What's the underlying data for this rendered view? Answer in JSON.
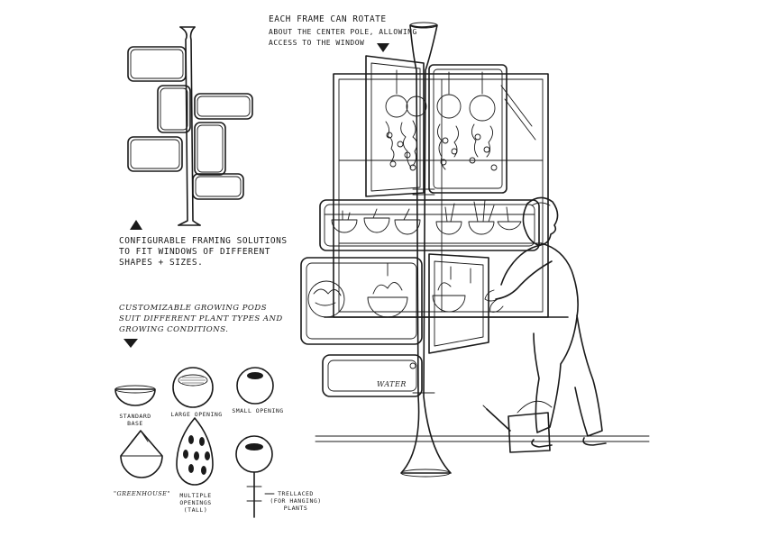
{
  "captions": {
    "rotate_line1": "EACH FRAME CAN ROTATE",
    "rotate_line2": "ABOUT THE CENTER POLE, ALLOWING",
    "rotate_line3": "ACCESS TO THE WINDOW",
    "framing_line1": "CONFIGURABLE FRAMING SOLUTIONS",
    "framing_line2": "TO FIT WINDOWS OF DIFFERENT",
    "framing_line3": "SHAPES + SIZES.",
    "pods_line1": "CUSTOMIZABLE GROWING PODS",
    "pods_line2": "SUIT DIFFERENT PLANT TYPES AND",
    "pods_line3": "GROWING CONDITIONS."
  },
  "pods": {
    "standard_1": "STANDARD",
    "standard_2": "BASE",
    "large_opening": "LARGE OPENING",
    "small_opening": "SMALL OPENING",
    "greenhouse": "\"GREENHOUSE\"",
    "multiple_1": "MULTIPLE",
    "multiple_2": "OPENINGS",
    "multiple_3": "(TALL)",
    "trellaced_1": "TRELLACED",
    "trellaced_2": "(FOR HANGING)",
    "trellaced_3": "PLANTS"
  },
  "tank_label": "WATER",
  "icons": [
    "triangle-down-icon",
    "triangle-up-icon",
    "triangle-down-icon"
  ]
}
